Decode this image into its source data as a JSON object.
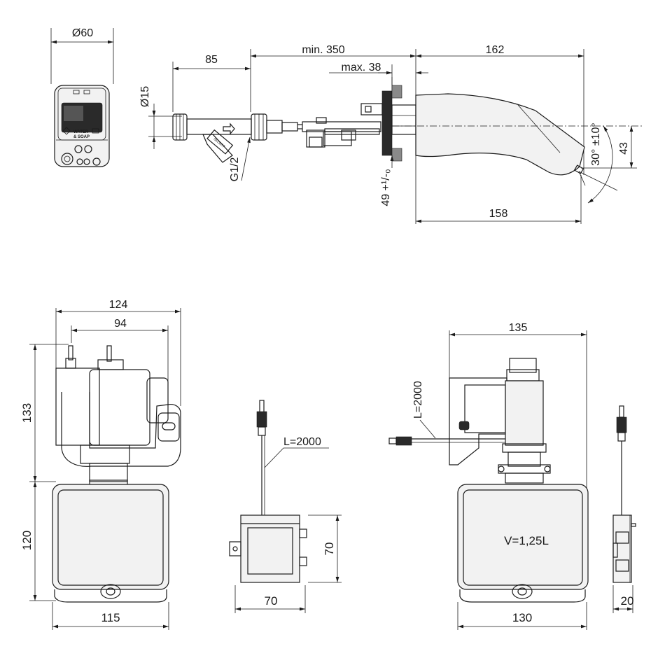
{
  "diagram": {
    "top": {
      "sensor": {
        "diameter": "Ø60",
        "text_water": "WATER",
        "text_soap": "& SOAP"
      },
      "dim_85": "85",
      "dim_min350": "min. 350",
      "dim_162": "162",
      "dim_max38": "max. 38",
      "dim_d15": "Ø15",
      "thread_g12": "G1/2",
      "dim_49": "49 +¹/-₀",
      "dim_158": "158",
      "dim_43": "43",
      "angle": "30° ±10°"
    },
    "bottom_left": {
      "dim_124": "124",
      "dim_94": "94",
      "dim_133": "133",
      "dim_120": "120",
      "dim_115": "115"
    },
    "bottom_mid": {
      "cable": "L=2000",
      "dim_70_h": "70",
      "dim_70_w": "70"
    },
    "bottom_right": {
      "dim_135": "135",
      "cable": "L=2000",
      "volume": "V=1,25L",
      "dim_130": "130",
      "dim_20": "20"
    }
  }
}
